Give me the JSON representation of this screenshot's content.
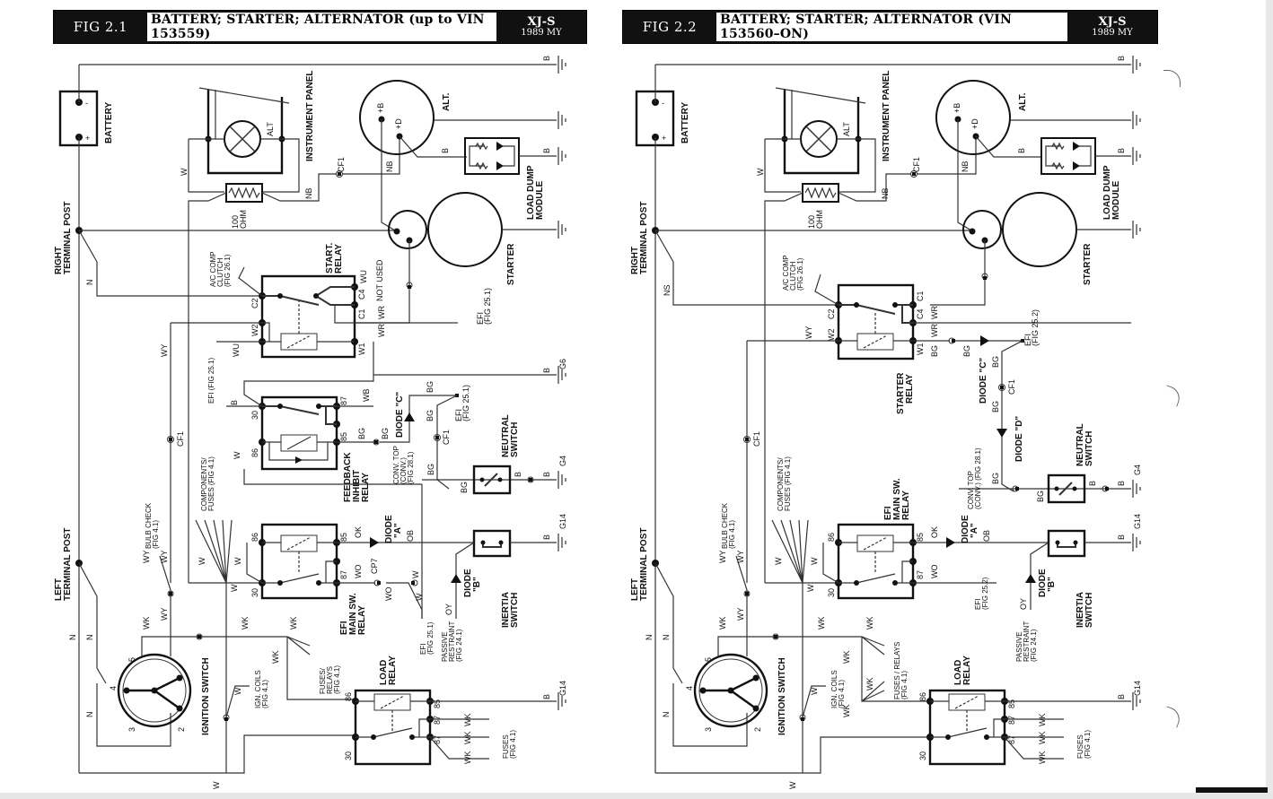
{
  "figures": [
    {
      "fig_label": "FIG 2.1",
      "title": "BATTERY; STARTER; ALTERNATOR (up to VIN 153559)",
      "model": "XJ-S",
      "model_year": "1989 MY",
      "components": {
        "battery": "BATTERY",
        "battery_neg": "-",
        "battery_pos": "+",
        "instrument_panel": "INSTRUMENT PANEL",
        "alt_lamp": "ALT",
        "resistor_value": "100",
        "resistor_unit": "OHM",
        "alternator": "ALT.",
        "alt_b": "+B",
        "alt_d": "+D",
        "load_dump": "LOAD DUMP",
        "load_dump_2": "MODULE",
        "starter": "STARTER",
        "right_terminal": "RIGHT",
        "right_terminal_2": "TERMINAL POST",
        "left_terminal": "LEFT",
        "left_terminal_2": "TERMINAL POST",
        "start_relay": "START.",
        "start_relay_2": "RELAY",
        "feedback_relay": "FEEDBACK",
        "feedback_relay_2": "INHIBIT",
        "feedback_relay_3": "RELAY",
        "efi_relay": "EFI",
        "efi_relay_2": "MAIN SW.",
        "efi_relay_3": "RELAY",
        "load_relay": "LOAD",
        "load_relay_2": "RELAY",
        "ignition_switch": "IGNITION SWITCH",
        "neutral_switch": "NEUTRAL",
        "neutral_switch_2": "SWITCH",
        "inertia_switch": "INERTIA",
        "inertia_switch_2": "SWITCH",
        "diode_a": "DIODE",
        "diode_a_2": "\"A\"",
        "diode_b": "DIODE",
        "diode_b_2": "\"B\"",
        "diode_c": "DIODE \"C\"",
        "not_used": "NOT USED"
      },
      "refs": {
        "ac_comp": "A/C COMP",
        "ac_comp_2": "CLUTCH",
        "ac_comp_3": "(FIG 26.1)",
        "efi_251": "EFI (FIG 25.1)",
        "efi_251b": "EFI",
        "efi_251b_2": "(FIG 25.1)",
        "components_fuses": "COMPONENTS/",
        "components_fuses_2": "FUSES (FIG 4.1)",
        "bulb_check": "BULB CHECK",
        "bulb_check_2": "(FIG 4.1)",
        "conv_top": "CONV. TOP",
        "conv_top_2": "(CONV.)",
        "conv_top_3": "(FIG 28.1)",
        "ign_coils": "IGN. COILS",
        "ign_coils_2": "(FIG 4.1)",
        "fuses_relays": "FUSES/",
        "fuses_relays_2": "RELAYS",
        "fuses_relays_3": "(FIG 4.1)",
        "passive": "PASSIVE",
        "passive_2": "RESTRAINT",
        "passive_3": "(FIG 24.1)",
        "fuses": "FUSES",
        "fuses_2": "(FIG 4.1)",
        "efi_c": "EFI",
        "efi_c_2": "(FIG 25.1)"
      },
      "wires": {
        "w": "W",
        "nb": "NB",
        "b": "B",
        "n": "N",
        "wy": "WY",
        "wu": "WU",
        "wr": "WR",
        "wb": "WB",
        "bg": "BG",
        "ok": "OK",
        "ob": "OB",
        "wo": "WO",
        "oy": "OY",
        "wk": "WK"
      },
      "pins": {
        "c2": "C2",
        "c4": "C4",
        "c1": "C1",
        "w2": "W2",
        "w1": "W1",
        "p30": "30",
        "p86": "86",
        "p85": "85",
        "p87": "87",
        "ign2": "2",
        "ign3": "3",
        "ign4": "4",
        "ign5": "5"
      },
      "connectors": {
        "cf1": "CF1",
        "cp7": "CP7"
      },
      "grounds": {
        "g6": "G6",
        "g4": "G4",
        "g14": "G14"
      }
    },
    {
      "fig_label": "FIG 2.2",
      "title": "BATTERY; STARTER; ALTERNATOR (VIN 153560–ON)",
      "model": "XJ-S",
      "model_year": "1989 MY",
      "components": {
        "battery": "BATTERY",
        "battery_neg": "-",
        "battery_pos": "+",
        "instrument_panel": "INSTRUMENT PANEL",
        "alt_lamp": "ALT",
        "resistor_value": "100",
        "resistor_unit": "OHM",
        "alternator": "ALT.",
        "alt_b": "+B",
        "alt_d": "+D",
        "load_dump": "LOAD DUMP",
        "load_dump_2": "MODULE",
        "starter": "STARTER",
        "right_terminal": "RIGHT",
        "right_terminal_2": "TERMINAL POST",
        "left_terminal": "LEFT",
        "left_terminal_2": "TERMINAL POST",
        "start_relay": "STARTER",
        "start_relay_2": "RELAY",
        "efi_relay": "EFI",
        "efi_relay_2": "MAIN SW.",
        "efi_relay_3": "RELAY",
        "load_relay": "LOAD",
        "load_relay_2": "RELAY",
        "ignition_switch": "IGNITION SWITCH",
        "neutral_switch": "NEUTRAL",
        "neutral_switch_2": "SWITCH",
        "inertia_switch": "INERTIA",
        "inertia_switch_2": "SWITCH",
        "diode_a": "DIODE",
        "diode_a_2": "\"A\"",
        "diode_b": "DIODE",
        "diode_b_2": "\"B\"",
        "diode_c": "DIODE \"C\"",
        "diode_d": "DIODE \"D\""
      },
      "refs": {
        "ac_comp": "A/C COMP",
        "ac_comp_2": "CLUTCH",
        "ac_comp_3": "(FIG 26.1)",
        "efi_252": "EFI",
        "efi_252_2": "(FIG 25.2)",
        "components_fuses": "COMPONENTS/",
        "components_fuses_2": "FUSES (FIG 4.1)",
        "bulb_check": "BULB CHECK",
        "bulb_check_2": "(FIG 4.1)",
        "conv_top": "CONV. TOP",
        "conv_top_2": "(CONV.) (FIG 28.1)",
        "ign_coils": "IGN. COILS",
        "ign_coils_2": "(FIG 4.1)",
        "fuses_relays": "FUSES / RELAYS",
        "fuses_relays_2": "(FIG 4.1)",
        "passive": "PASSIVE",
        "passive_2": "RESTRAINT",
        "passive_3": "(FIG 24.1)",
        "fuses": "FUSES",
        "fuses_2": "(FIG 4.1)"
      },
      "wires": {
        "w": "W",
        "nb": "NB",
        "b": "B",
        "n": "N",
        "ns": "NS",
        "wy": "WY",
        "wr": "WR",
        "bg": "BG",
        "ok": "OK",
        "ob": "OB",
        "wo": "WO",
        "oy": "OY",
        "wk": "WK"
      },
      "pins": {
        "c2": "C2",
        "c4": "C4",
        "c1": "C1",
        "w2": "W2",
        "w1": "W1",
        "p30": "30",
        "p86": "86",
        "p85": "85",
        "p87": "87",
        "ign2": "2",
        "ign3": "3",
        "ign4": "4",
        "ign5": "5"
      },
      "connectors": {
        "cf1": "CF1"
      },
      "grounds": {
        "g4": "G4",
        "g14": "G14"
      }
    }
  ]
}
